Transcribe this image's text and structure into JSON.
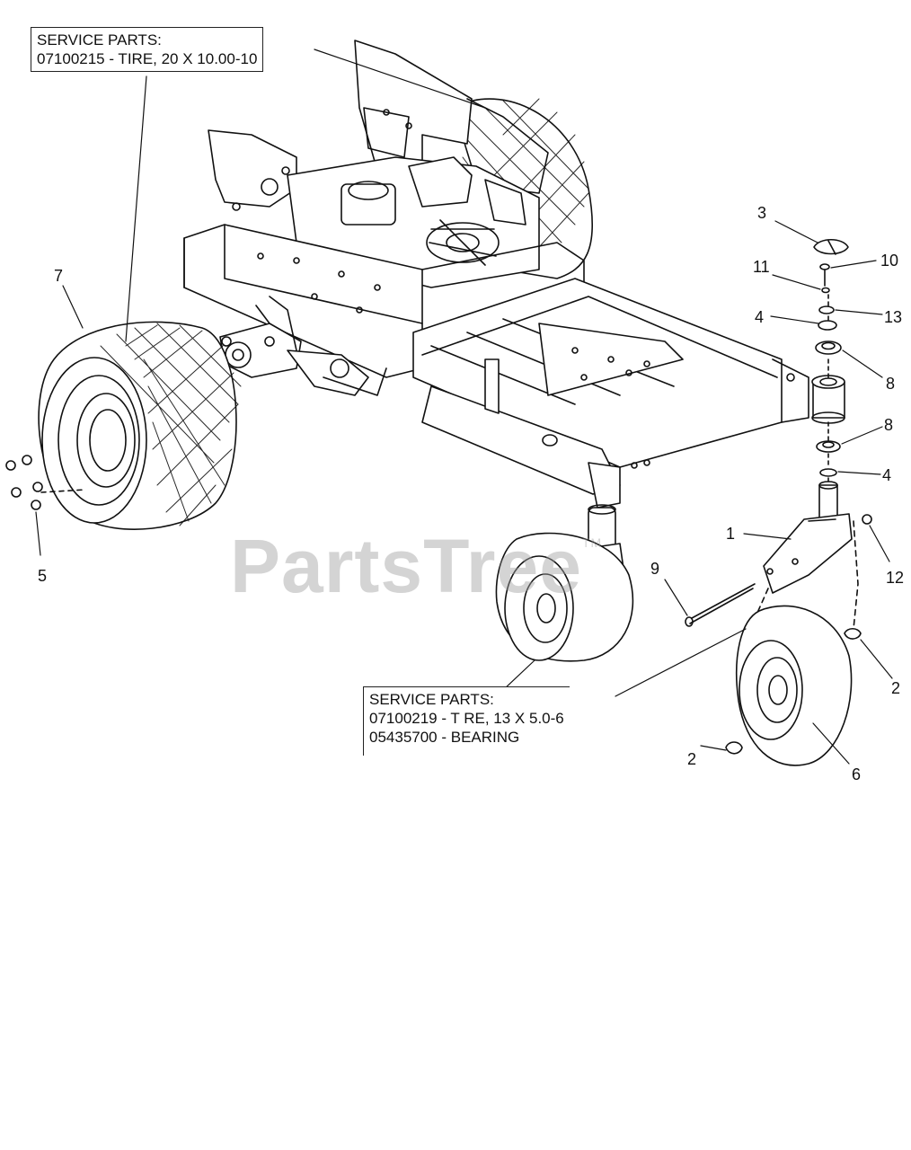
{
  "service_parts_top": {
    "heading": "SERVICE PARTS:",
    "line1": "07100215 - TIRE, 20 X 10.00-10"
  },
  "service_parts_bottom": {
    "heading": "SERVICE PARTS:",
    "line1": "07100219 - T RE, 13 X 5.0-6",
    "line2": "05435700 - BEARING"
  },
  "callouts": {
    "c1": "1",
    "c2a": "2",
    "c2b": "2",
    "c3": "3",
    "c4a": "4",
    "c4b": "4",
    "c5": "5",
    "c6": "6",
    "c7": "7",
    "c8a": "8",
    "c8b": "8",
    "c9": "9",
    "c10": "10",
    "c11": "11",
    "c12": "12",
    "c13": "13"
  },
  "watermark": {
    "text": "PartsTree",
    "tm": "TM"
  },
  "colors": {
    "line": "#111111",
    "watermark": "#a0a0a0"
  }
}
